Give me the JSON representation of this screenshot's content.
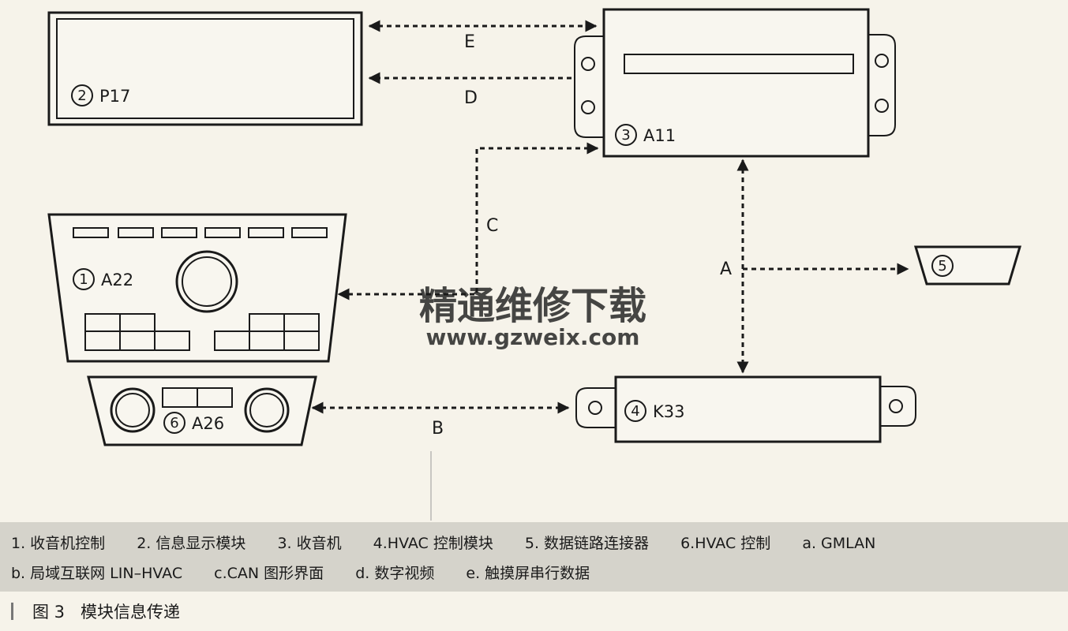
{
  "modules": {
    "p17": {
      "number": "2",
      "code": "P17"
    },
    "a11": {
      "number": "3",
      "code": "A11"
    },
    "a22": {
      "number": "1",
      "code": "A22"
    },
    "a26": {
      "number": "6",
      "code": "A26"
    },
    "k33": {
      "number": "4",
      "code": "K33"
    },
    "dlc": {
      "number": "5"
    }
  },
  "buses": {
    "a": "A",
    "b": "B",
    "c": "C",
    "d": "D",
    "e": "E"
  },
  "watermark": {
    "line1": "精通维修下载",
    "line2": "www.gzweix.com"
  },
  "legend": {
    "row1": [
      "1. 收音机控制",
      "2. 信息显示模块",
      "3. 收音机",
      "4.HVAC 控制模块",
      "5. 数据链路连接器",
      "6.HVAC 控制",
      "a.  GMLAN"
    ],
    "row2": [
      "b. 局域互联网 LIN–HVAC",
      "c.CAN 图形界面",
      "d. 数字视频",
      "e. 触摸屏串行数据"
    ]
  },
  "caption": {
    "figure_no": "图 3",
    "title": "模块信息传递"
  }
}
